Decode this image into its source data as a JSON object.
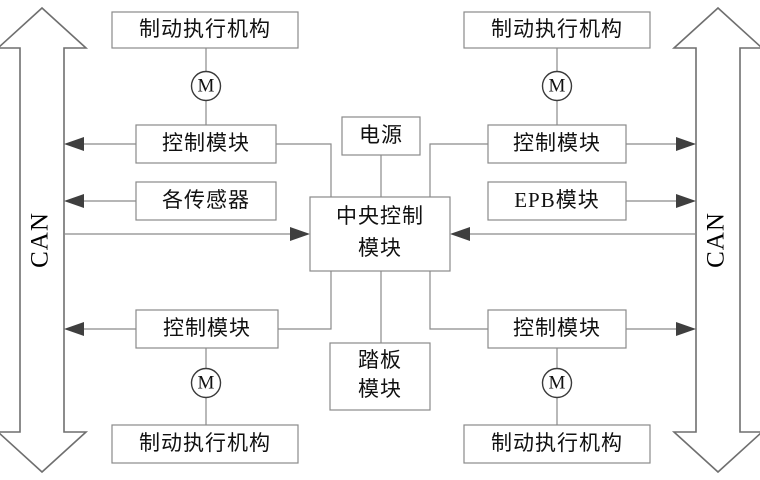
{
  "diagram": {
    "title": "Brake-by-wire system architecture block diagram",
    "background_color": "#ffffff",
    "line_color": "#8a8a8a",
    "text_color": "#111111",
    "buses": [
      {
        "id": "can-left",
        "label": "CAN",
        "orientation": "vertical",
        "arrow": "double"
      },
      {
        "id": "can-right",
        "label": "CAN",
        "orientation": "vertical",
        "arrow": "double"
      }
    ],
    "nodes": {
      "actuator_top_left": {
        "label": "制动执行机构"
      },
      "actuator_top_right": {
        "label": "制动执行机构"
      },
      "actuator_bottom_left": {
        "label": "制动执行机构"
      },
      "actuator_bottom_right": {
        "label": "制动执行机构"
      },
      "motor_top_left": {
        "label": "M"
      },
      "motor_top_right": {
        "label": "M"
      },
      "motor_bottom_left": {
        "label": "M"
      },
      "motor_bottom_right": {
        "label": "M"
      },
      "control_top_left": {
        "label": "控制模块"
      },
      "control_top_right": {
        "label": "控制模块"
      },
      "control_bottom_left": {
        "label": "控制模块"
      },
      "control_bottom_right": {
        "label": "控制模块"
      },
      "sensors": {
        "label": "各传感器"
      },
      "epb": {
        "label": "EPB模块"
      },
      "power": {
        "label": "电源"
      },
      "central": {
        "label_line1": "中央控制",
        "label_line2": "模块"
      },
      "pedal": {
        "label_line1": "踏板",
        "label_line2": "模块"
      }
    }
  }
}
